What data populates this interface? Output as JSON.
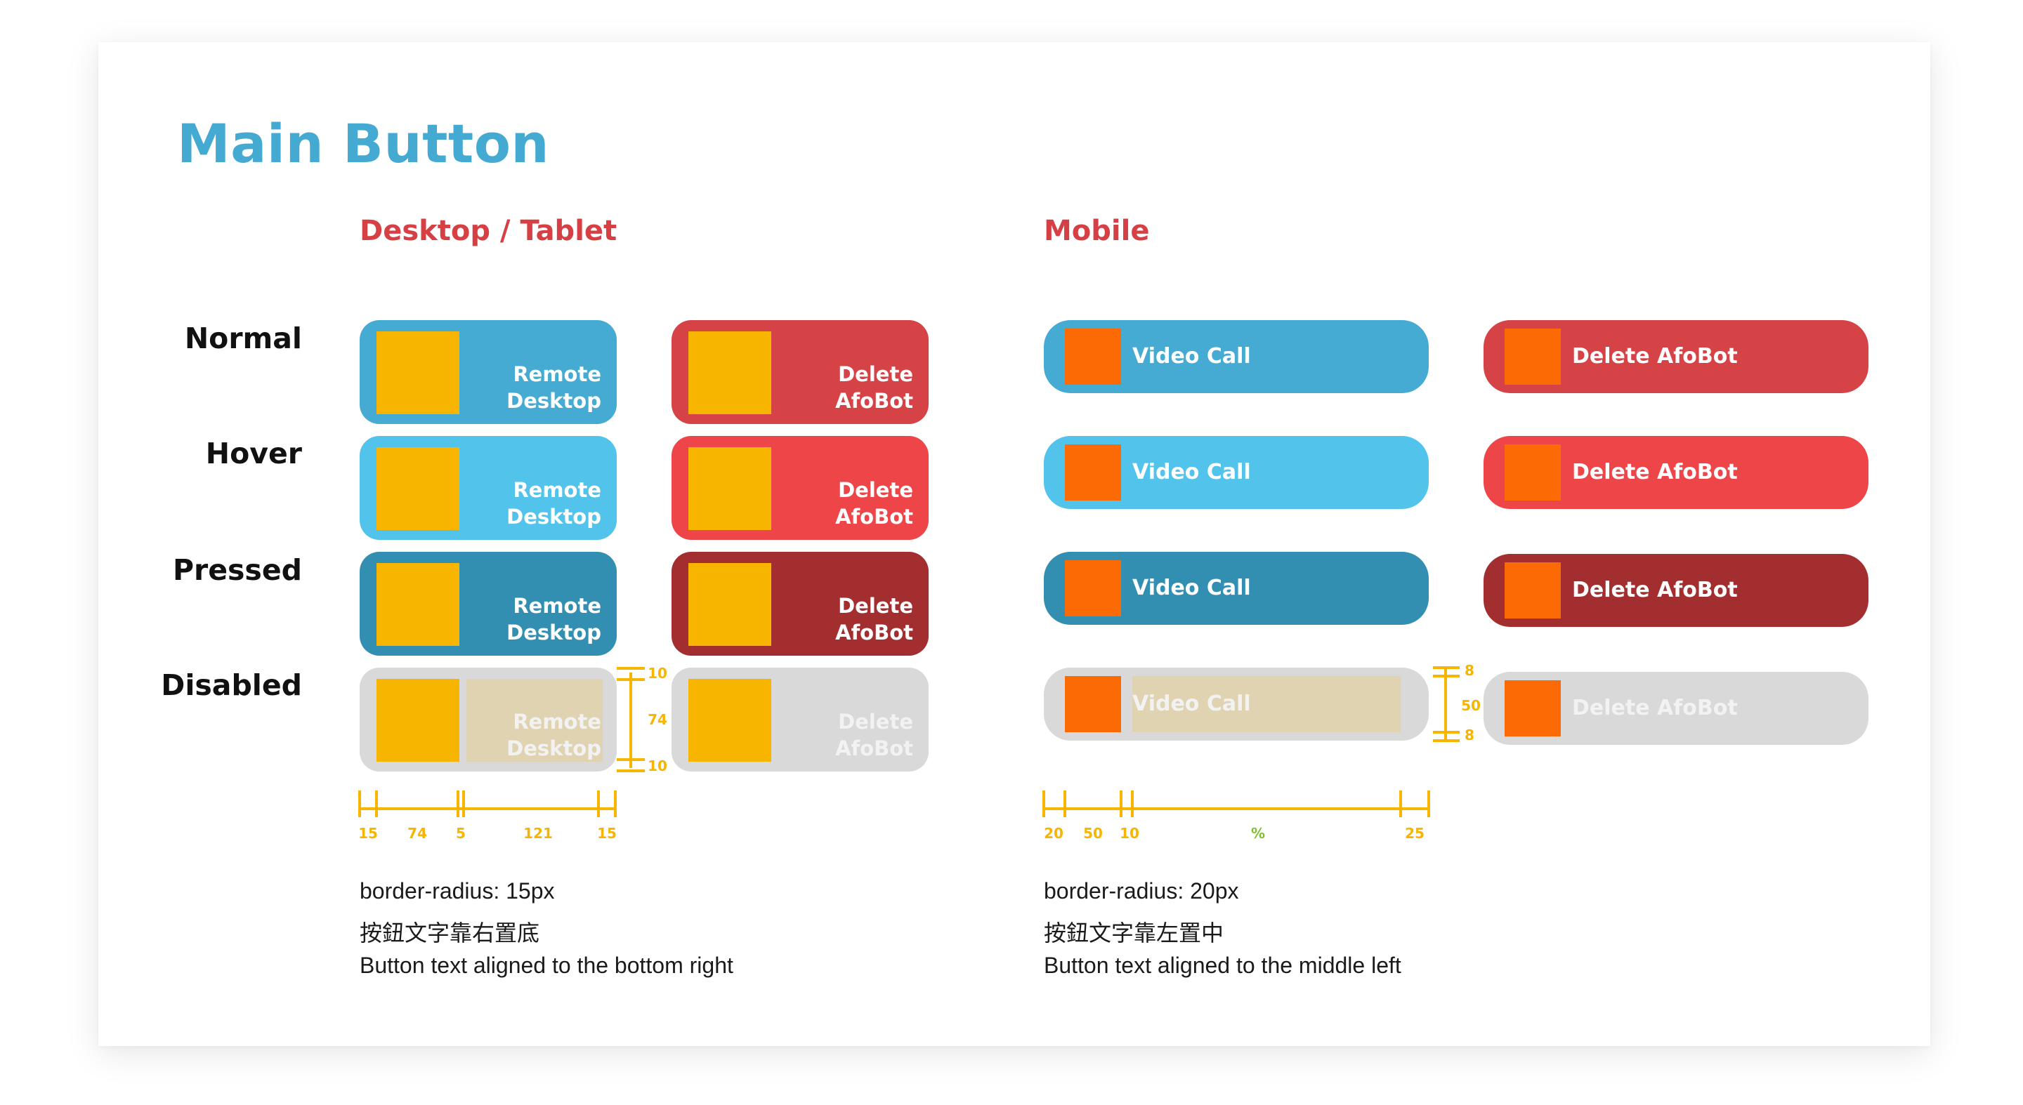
{
  "title": "Main Button",
  "columns": {
    "desktop": "Desktop / Tablet",
    "mobile": "Mobile"
  },
  "states": [
    "Normal",
    "Hover",
    "Pressed",
    "Disabled"
  ],
  "buttons": {
    "desktop_primary": "Remote\nDesktop",
    "desktop_danger": "Delete\nAfoBot",
    "mobile_primary": "Video Call",
    "mobile_danger": "Delete AfoBot"
  },
  "colors": {
    "primary": {
      "normal": "#46abd2",
      "hover": "#52c3ea",
      "pressed": "#338fb2",
      "disabled": "#d9d9d9"
    },
    "danger": {
      "normal": "#d64347",
      "hover": "#ee4548",
      "pressed": "#a32e2f",
      "disabled": "#d9d9d9"
    },
    "desktop_icon": "#f7b500",
    "mobile_icon": "#fb6a04",
    "dimension": "#f7b500",
    "text_overlay": "#e0d3b2",
    "title": "#45aad2",
    "section_heading": "#d64045"
  },
  "dimensions": {
    "desktop_horizontal": [
      "15",
      "74",
      "5",
      "121",
      "15"
    ],
    "desktop_vertical": [
      "10",
      "74",
      "10"
    ],
    "mobile_horizontal": [
      "20",
      "50",
      "10",
      "%",
      "25"
    ],
    "mobile_vertical": [
      "8",
      "50",
      "8"
    ]
  },
  "notes": {
    "desktop": {
      "radius": "border-radius: 15px",
      "zh": "按鈕文字靠右置底",
      "en": "Button text aligned to the bottom right"
    },
    "mobile": {
      "radius": "border-radius: 20px",
      "zh": "按鈕文字靠左置中",
      "en": "Button text aligned to the middle left"
    }
  }
}
